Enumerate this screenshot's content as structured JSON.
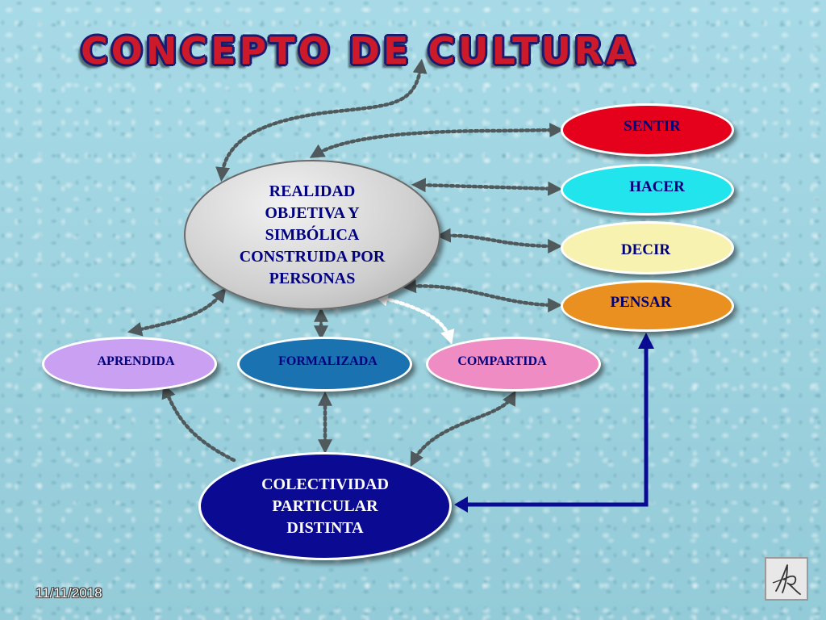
{
  "title": "CONCEPTO DE CULTURA",
  "nodes": {
    "main": "REALIDAD\nOBJETIVA Y\nSIMBÓLICA\nCONSTRUIDA POR\nPERSONAS",
    "sentir": "SENTIR",
    "hacer": "HACER",
    "decir": "DECIR",
    "pensar": "PENSAR",
    "aprendida": "APRENDIDA",
    "formalizada": "FORMALIZADA",
    "compartida": "COMPARTIDA",
    "colectividad": "COLECTIVIDAD\nPARTICULAR\nDISTINTA"
  },
  "footer": {
    "date": "11/11/2018",
    "logo_icon": "signature-logo-icon"
  },
  "colors": {
    "title_fill": "#cc1a2a",
    "title_outline": "#1a1a6e",
    "sentir": "#e5001c",
    "hacer": "#22e4ec",
    "decir": "#f8f2b0",
    "pensar": "#ea9020",
    "aprendida": "#c9a0f2",
    "formalizada": "#1a72b0",
    "compartida": "#f08cc4",
    "colectividad": "#0a0a92",
    "connector": "#505a5c",
    "solid_arrow": "#0a0a92"
  }
}
